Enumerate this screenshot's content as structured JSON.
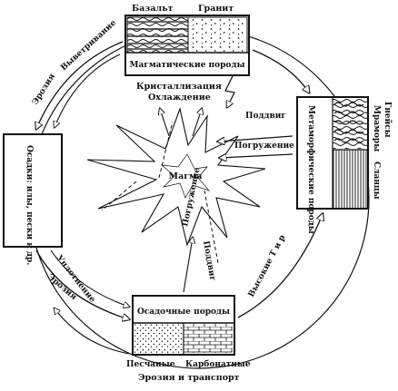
{
  "rock_boxes": {
    "igneous": {
      "title": "Магматические породы",
      "sublabels": [
        "Базальт",
        "Гранит"
      ]
    },
    "metamorphic": {
      "title": "Метаморфические породы",
      "sublabels": [
        "Гнейсы",
        "Мраморы",
        "Сланцы"
      ]
    },
    "sedimentary": {
      "title": "Осадочные породы",
      "sublabels": [
        "Песчаные",
        "Карбонатные"
      ]
    },
    "sediments": {
      "title": "Осадки: илы, пески и др."
    }
  },
  "center": {
    "label": "Магма"
  },
  "process_labels": {
    "weathering": "Выветривание",
    "erosion_top": "Эрозия",
    "crystallization": "Кристаллизация",
    "cooling": "Охлаждение",
    "uplift_right": "Поддвиг",
    "subsidence_right": "Погружение",
    "compaction": "Уплотнение",
    "erosion_left": "Эрозия",
    "subsidence_center": "Погружение",
    "uplift_center": "Поддвиг",
    "pressure_temp": "Высокие Т и р",
    "erosion_transport": "Эрозия и транспорт"
  }
}
